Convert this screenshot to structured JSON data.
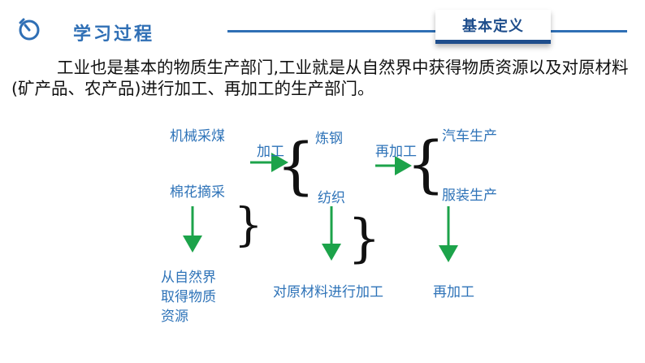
{
  "header": {
    "title": "学习过程",
    "badge": "基本定义",
    "icon": "stopwatch-icon",
    "accent": "#2f6fb5"
  },
  "definition": {
    "text": "工业也是基本的物质生产部门,工业就是从自然界中获得物质资源以及对原材料(矿产品、农产品)进行加工、再加工的生产部门。"
  },
  "diagram": {
    "stage1_top": "机械采煤",
    "stage1_bottom": "棉花摘采",
    "edge1_label": "加工",
    "stage2_top": "炼钢",
    "stage2_bottom": "纺织",
    "edge2_label": "再加工",
    "stage3_top": "汽车生产",
    "stage3_bottom": "服装生产",
    "summary1_lines": [
      "从自然界",
      "取得物质",
      "资源"
    ],
    "summary2": "对原材料进行加工",
    "summary3": "再加工",
    "label_color": "#2e73b8",
    "arrow_color": "#1ca34a"
  }
}
